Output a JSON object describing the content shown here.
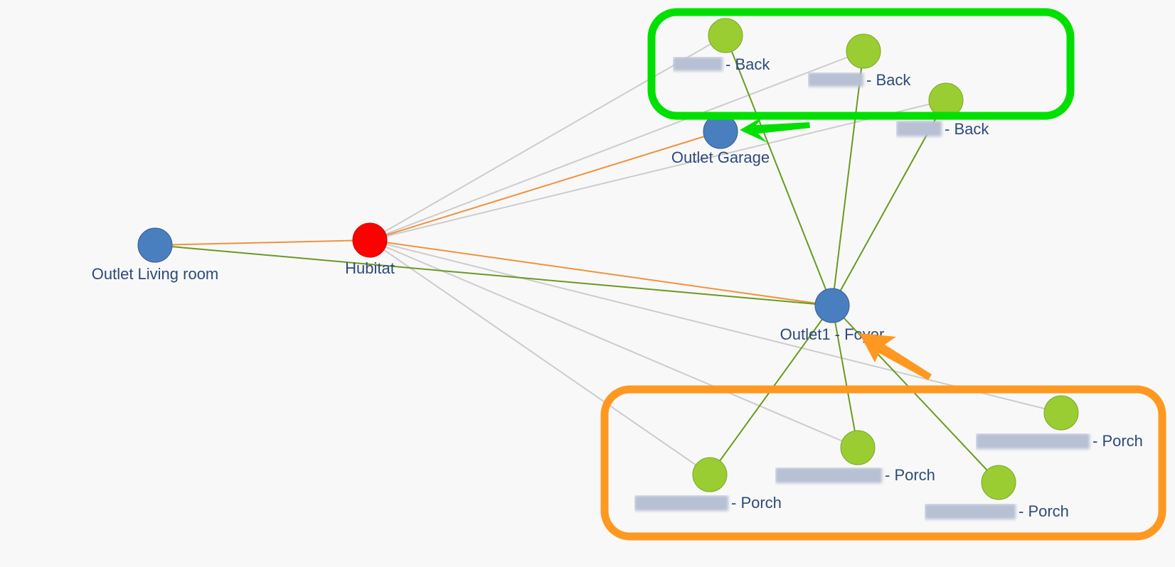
{
  "title": "",
  "colors": {
    "background": "#f8f8f8",
    "hub": "#ff0000",
    "router": "#4a7fbf",
    "end_device": "#9acd32",
    "edge_hub_router": "#f0923c",
    "edge_mesh": "#6a9a1f",
    "edge_weak": "#cccccc",
    "highlight_green": "#00e000",
    "highlight_orange": "#ff9820",
    "label": "#2e4a7a"
  },
  "nodes": [
    {
      "id": "hubitat",
      "type": "hub",
      "label": "Hubitat"
    },
    {
      "id": "outlet-living-room",
      "type": "router",
      "label": "Outlet Living room"
    },
    {
      "id": "outlet-garage",
      "type": "router",
      "label": "Outlet Garage"
    },
    {
      "id": "outlet1-foyer",
      "type": "router",
      "label": "Outlet1 - Foyer"
    },
    {
      "id": "back-1",
      "type": "end_device",
      "label": "- Back"
    },
    {
      "id": "back-2",
      "type": "end_device",
      "label": "- Back"
    },
    {
      "id": "back-3",
      "type": "end_device",
      "label": "- Back"
    },
    {
      "id": "porch-1",
      "type": "end_device",
      "label": "- Porch"
    },
    {
      "id": "porch-2",
      "type": "end_device",
      "label": "- Porch"
    },
    {
      "id": "porch-3",
      "type": "end_device",
      "label": "- Porch"
    },
    {
      "id": "porch-4",
      "type": "end_device",
      "label": "- Porch"
    }
  ],
  "edges": [
    {
      "from": "hubitat",
      "to": "outlet-living-room",
      "kind": "hub_router"
    },
    {
      "from": "hubitat",
      "to": "outlet-garage",
      "kind": "hub_router"
    },
    {
      "from": "hubitat",
      "to": "outlet1-foyer",
      "kind": "hub_router"
    },
    {
      "from": "outlet-living-room",
      "to": "outlet1-foyer",
      "kind": "mesh"
    },
    {
      "from": "hubitat",
      "to": "back-1",
      "kind": "weak"
    },
    {
      "from": "hubitat",
      "to": "back-2",
      "kind": "weak"
    },
    {
      "from": "hubitat",
      "to": "back-3",
      "kind": "weak"
    },
    {
      "from": "hubitat",
      "to": "porch-1",
      "kind": "weak"
    },
    {
      "from": "hubitat",
      "to": "porch-2",
      "kind": "weak"
    },
    {
      "from": "hubitat",
      "to": "porch-4",
      "kind": "weak"
    },
    {
      "from": "outlet1-foyer",
      "to": "back-1",
      "kind": "mesh"
    },
    {
      "from": "outlet1-foyer",
      "to": "back-2",
      "kind": "mesh"
    },
    {
      "from": "outlet1-foyer",
      "to": "back-3",
      "kind": "mesh"
    },
    {
      "from": "outlet1-foyer",
      "to": "porch-1",
      "kind": "mesh"
    },
    {
      "from": "outlet1-foyer",
      "to": "porch-2",
      "kind": "mesh"
    },
    {
      "from": "outlet1-foyer",
      "to": "porch-3",
      "kind": "mesh"
    }
  ]
}
